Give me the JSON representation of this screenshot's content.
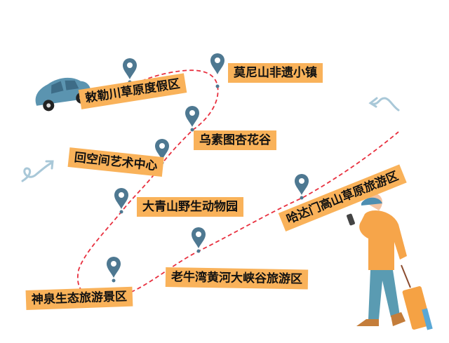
{
  "map": {
    "route_color": "#e8303f",
    "pin_color": "#4e7891",
    "label_color": "#f9b25a",
    "stops": [
      {
        "name": "敕勒川草原度假区"
      },
      {
        "name": "莫尼山非遗小镇"
      },
      {
        "name": "乌素图杏花谷"
      },
      {
        "name": "回空间艺术中心"
      },
      {
        "name": "大青山野生动物园"
      },
      {
        "name": "神泉生态旅游景区"
      },
      {
        "name": "老牛湾黄河大峡谷旅游区"
      },
      {
        "name": "哈达门高山草原旅游区"
      }
    ]
  }
}
